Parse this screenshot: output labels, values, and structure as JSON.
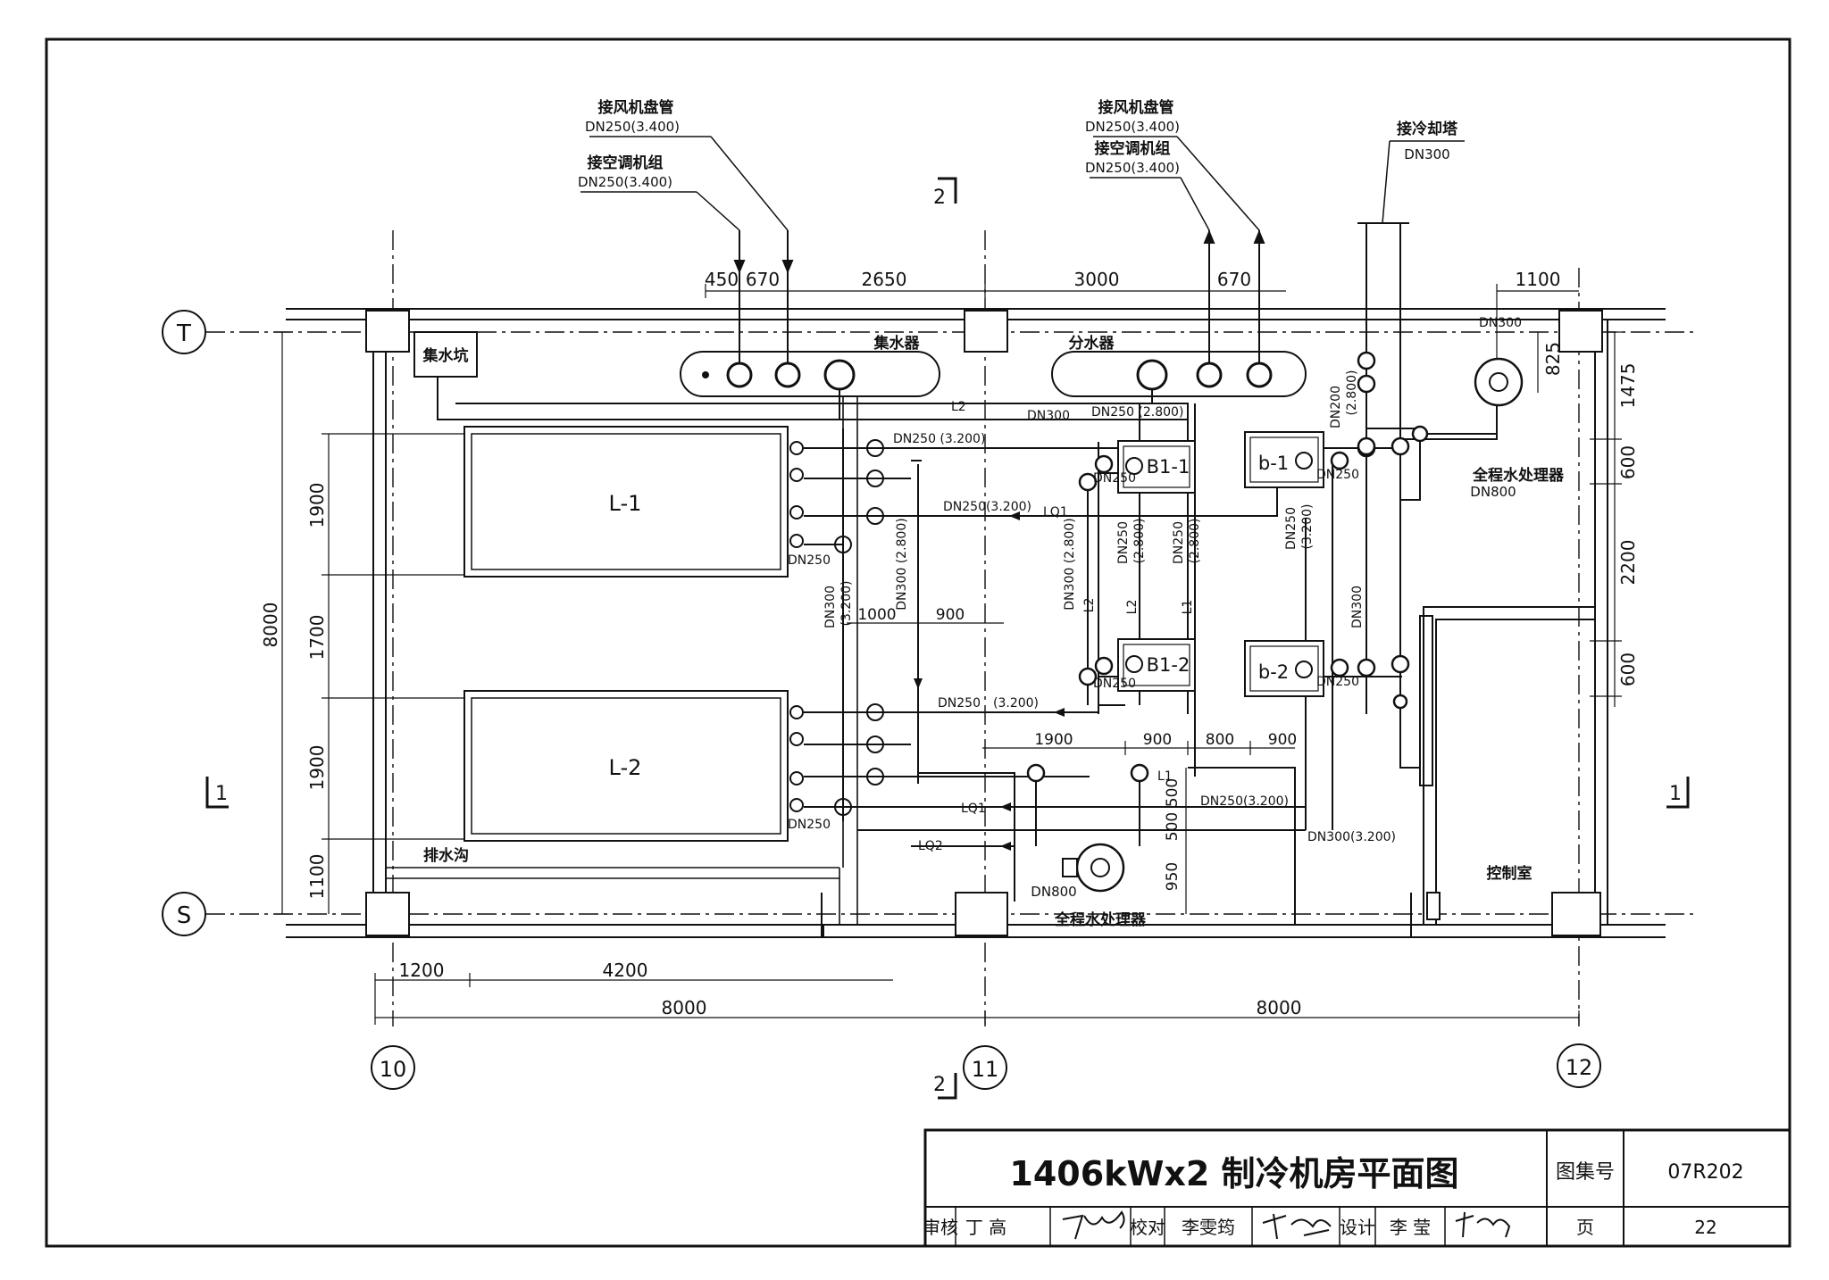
{
  "callouts": {
    "fan_coil_left": "接风机盘管",
    "fan_coil_left_spec": "DN250(3.400)",
    "ahu_left": "接空调机组",
    "ahu_left_spec": "DN250(3.400)",
    "fan_coil_right": "接风机盘管",
    "fan_coil_right_spec": "DN250(3.400)",
    "ahu_right": "接空调机组",
    "ahu_right_spec": "DN250(3.400)",
    "cooling_tower": "接冷却塔",
    "cooling_tower_spec": "DN300"
  },
  "section_marks": {
    "top": "2",
    "bottom": "2",
    "left": "1",
    "right": "1"
  },
  "axes": {
    "row_top": "T",
    "row_bottom": "S",
    "col_left": "10",
    "col_mid": "11",
    "col_right": "12"
  },
  "dims": {
    "top_450": "450",
    "top_670a": "670",
    "top_2650": "2650",
    "top_3000": "3000",
    "top_670b": "670",
    "top_1100": "1100",
    "left_8000": "8000",
    "left_1900a": "1900",
    "left_1700": "1700",
    "left_1900b": "1900",
    "left_1100": "1100",
    "right_1475": "1475",
    "right_600a": "600",
    "right_2200": "2200",
    "right_600b": "600",
    "right_825": "825",
    "mid_1000": "1000",
    "mid_900": "900",
    "row_1900": "1900",
    "row_900a": "900",
    "row_800": "800",
    "row_900b": "900",
    "v_500a": "500",
    "v_500b": "500",
    "v_950": "950",
    "bot_1200": "1200",
    "bot_4200": "4200",
    "bot_8000a": "8000",
    "bot_8000b": "8000"
  },
  "equipment": {
    "sump": "集水坑",
    "collector": "集水器",
    "distributor": "分水器",
    "chiller_1": "L-1",
    "chiller_2": "L-2",
    "pump_b1_1": "B1-1",
    "pump_b1_2": "B1-2",
    "pump_b_1": "b-1",
    "pump_b_2": "b-2",
    "treater_right": "全程水处理器",
    "treater_right_spec": "DN800",
    "treater_bottom": "全程水处理器",
    "treater_bottom_spec": "DN800",
    "drain": "排水沟",
    "control_room": "控制室"
  },
  "pipes": {
    "dn300_top": "DN300",
    "dn300_cond": "DN300",
    "l2_top": "L2",
    "dn250_2800_top": "DN250 (2.800)",
    "dn200_2800": "DN200",
    "dn200_2800_elev": "(2.800)",
    "dn250_3200_a": "DN250 (3.200)",
    "dn250_3200_b": "DN250(3.200)",
    "lq1_top": "LQ1",
    "dn250_c1": "DN250",
    "dn250_c2": "DN250",
    "dn250_b11": "DN250",
    "dn250_b1": "DN250",
    "dn300_3200_v": "DN300",
    "dn300_3200_v_elev": "(3.200)",
    "dn300_2800_v": "DN300 (2.800)",
    "dn300_2800_v2": "DN300 (2.800)",
    "dn250_2800_v1": "DN250",
    "dn250_2800_v1_elev": "(2.800)",
    "dn250_2800_v2": "DN250",
    "dn250_2800_v2_elev": "(2.800)",
    "dn250_3200_v": "DN250",
    "dn250_3200_v_elev": "(3.200)",
    "l2_v": "L2",
    "l2_v2": "L2",
    "l1_v": "L1",
    "dn300_v_right": "DN300",
    "dn250_b12": "DN250",
    "dn250_b2": "DN250",
    "dn250_l2": "DN250",
    "dn250_3200_l2": "DN250",
    "dn250_3200_l2_elev": "(3.200)",
    "l1_small": "L1",
    "lq1_bottom": "LQ1",
    "dn250_3200_bottom": "DN250(3.200)",
    "lq2": "LQ2",
    "dn300_3200_bottom": "DN300(3.200)"
  },
  "title_block": {
    "title": "1406kWx2 制冷机房平面图",
    "atlas_label": "图集号",
    "atlas_no": "07R202",
    "review_label": "审核",
    "reviewer": "丁 高",
    "check_label": "校对",
    "checker": "李雯筠",
    "design_label": "设计",
    "designer": "李 莹",
    "page_label": "页",
    "page_no": "22"
  }
}
